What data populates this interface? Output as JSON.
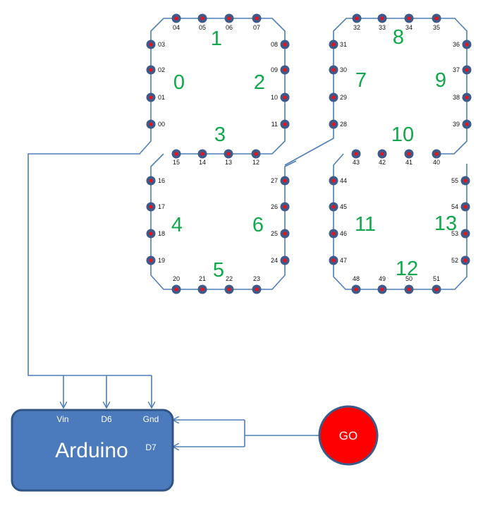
{
  "diagram": {
    "colors": {
      "wire": "#4f7fb8",
      "led_ring": "#3d5a8a",
      "led_center": "#e8141c",
      "panel_number": "#10a84a",
      "arduino_fill": "#4c7bbd",
      "arduino_stroke": "#2f5485",
      "go_fill": "#ff0000",
      "go_stroke": "#3a5a8a"
    },
    "panels": [
      {
        "label": "0"
      },
      {
        "label": "1"
      },
      {
        "label": "2"
      },
      {
        "label": "3"
      },
      {
        "label": "4"
      },
      {
        "label": "5"
      },
      {
        "label": "6"
      },
      {
        "label": "7"
      },
      {
        "label": "8"
      },
      {
        "label": "9"
      },
      {
        "label": "10"
      },
      {
        "label": "11"
      },
      {
        "label": "12"
      },
      {
        "label": "13"
      }
    ],
    "leds": [
      "00",
      "01",
      "02",
      "03",
      "04",
      "05",
      "06",
      "07",
      "08",
      "09",
      "10",
      "11",
      "12",
      "13",
      "14",
      "15",
      "16",
      "17",
      "18",
      "19",
      "20",
      "21",
      "22",
      "23",
      "24",
      "25",
      "26",
      "27",
      "28",
      "29",
      "30",
      "31",
      "32",
      "33",
      "34",
      "35",
      "36",
      "37",
      "38",
      "39",
      "40",
      "41",
      "42",
      "43",
      "44",
      "45",
      "46",
      "47",
      "48",
      "49",
      "50",
      "51",
      "52",
      "53",
      "54",
      "55"
    ],
    "arduino": {
      "title": "Arduino",
      "pins": [
        "Vin",
        "D6",
        "Gnd",
        "D7"
      ]
    },
    "go_button": {
      "label": "GO"
    }
  }
}
